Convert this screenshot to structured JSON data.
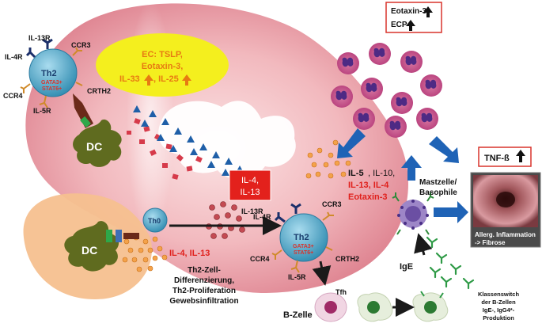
{
  "labels": {
    "il13r_top": "IL-13R",
    "il4r_top": "IL-4R",
    "ccr3_top": "CCR3",
    "ccr4_top": "CCR4",
    "il5r_top": "IL-5R",
    "crth2_top": "CRTH2",
    "th2_top": "Th2",
    "gata3_top": "GATA3+",
    "stat6_top": "STAT6+",
    "dc_top": "DC",
    "dc_bottom": "DC",
    "th0": "Th0",
    "il4_il13_bottom": "IL-4, IL-13",
    "il13r_mid": "IL-13R",
    "il4r_mid": "IL-4R",
    "ccr3_mid": "CCR3",
    "ccr4_mid": "CCR4",
    "il5r_mid": "IL-5R",
    "crth2_mid": "CRTH2",
    "th2_mid": "Th2",
    "gata3_mid": "GATA3+",
    "stat6_mid": "STAT6+",
    "tfh": "Tfh",
    "ige": "IgE",
    "bzelle": "B-Zelle",
    "mastzelle_1": "Mastzelle/",
    "mastzelle_2": "Basophile"
  },
  "ec_box": {
    "line1": "EC: TSLP,",
    "line2": "Eotaxin-3,",
    "line3a": "IL-33",
    "line3b": ", IL-25"
  },
  "red_box": {
    "line1": "IL-4,",
    "line2": "IL-13"
  },
  "eotaxin_box": {
    "line1": "Eotaxin-3",
    "line2": "ECP"
  },
  "tnf_box": {
    "label": "TNF-ß"
  },
  "cytokines": {
    "line1_bold": "IL-5",
    "line1_rest": ", IL-10,",
    "line2": "IL-13, IL-4",
    "line3": "Eotaxin-3"
  },
  "differentiation": {
    "line1": "Th2-Zell-",
    "line2": "Differenzierung,",
    "line3": "Th2-Proliferation",
    "line4": "Gewebsinfiltration"
  },
  "klassenswitch": {
    "line1": "Klassenswitch",
    "line2": "der B-Zellen",
    "line3": "IgE-, IgG4*-",
    "line4": "Produktion"
  },
  "allerg": {
    "line1": "Allerg. Inflammation",
    "line2": "-> Fibrose"
  },
  "colors": {
    "tissue": "#f2b8bd",
    "tissue_dark": "#e07f8c",
    "submucosa": "#f6c08f",
    "th2_cell": "#4fa8c9",
    "dc": "#5f6b1f",
    "red_text": "#e0201c",
    "orange_text": "#e77a12",
    "ec_yellow": "#f4ef1e",
    "arrow_blue": "#1f63b6"
  }
}
